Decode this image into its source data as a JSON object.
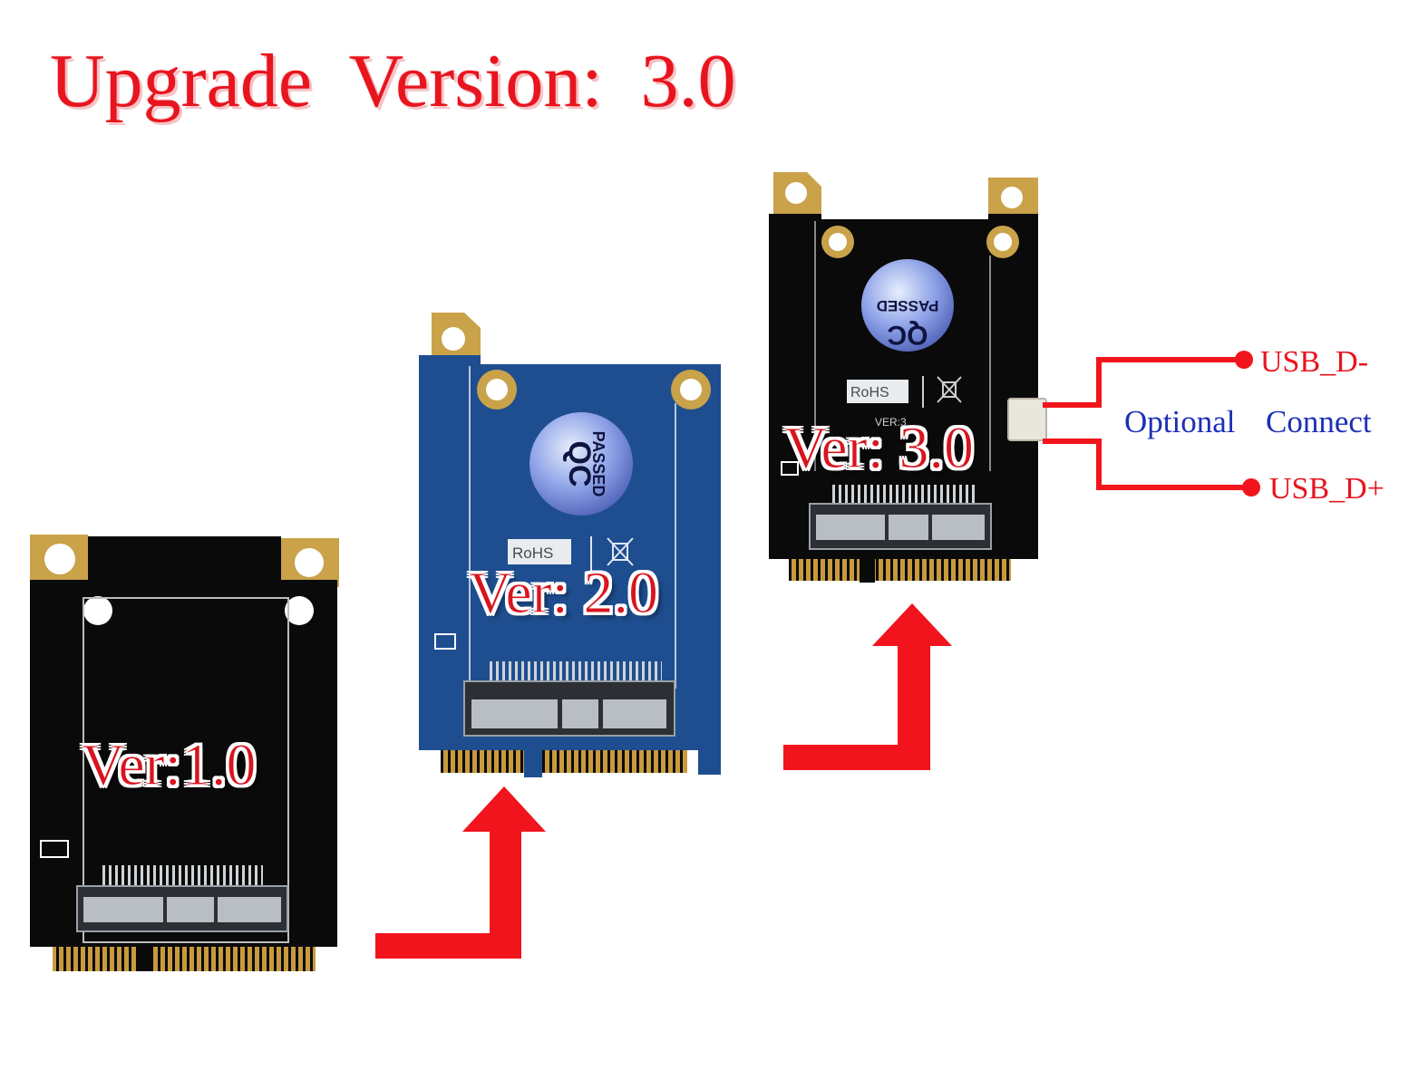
{
  "title": "Upgrade  Version:  3.0",
  "colors": {
    "accent_red": "#e8141e",
    "link_blue": "#1c2fb8",
    "pcb_black": "#0a0a0a",
    "pcb_blue": "#1e4e8f",
    "gold": "#c9a24a"
  },
  "cards": [
    {
      "version_label": "Ver:1.0",
      "board_color": "black"
    },
    {
      "version_label": "Ver: 2.0",
      "board_color": "blue",
      "qc_top": "QC",
      "qc_bottom": "PASSED",
      "rohs": "RoHS"
    },
    {
      "version_label": "Ver: 3.0",
      "board_color": "black",
      "qc_top": "QC",
      "qc_bottom": "PASSED",
      "rohs": "RoHS",
      "silkscreen": "VER:3"
    }
  ],
  "connector": {
    "pin_minus": "USB_D-",
    "pin_plus": "USB_D+",
    "note": "Optional  Connect"
  },
  "icons": [
    "step-up-arrow",
    "step-up-arrow",
    "weee-bin-icon",
    "qc-passed-sticker"
  ]
}
